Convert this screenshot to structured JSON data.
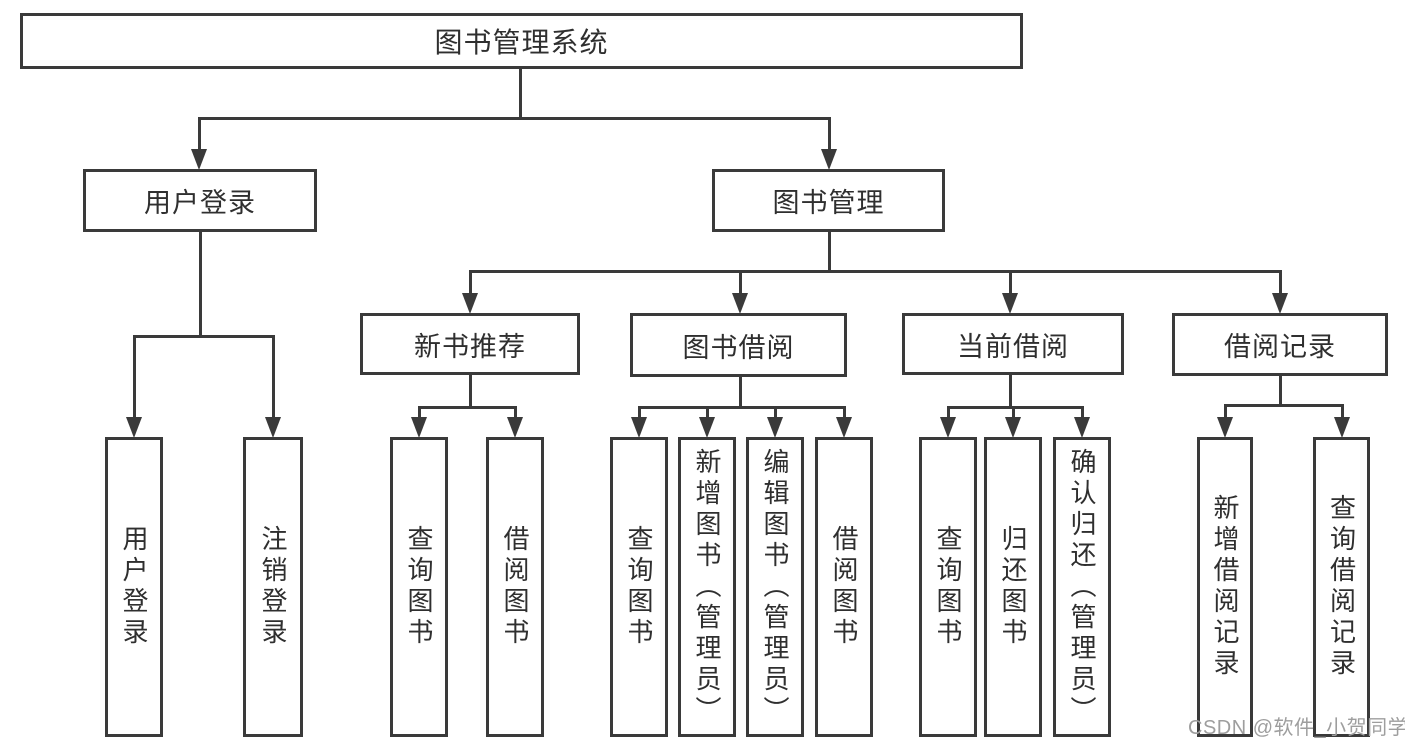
{
  "nodes": {
    "root": {
      "label": "图书管理系统"
    },
    "level2": [
      {
        "label": "用户登录"
      },
      {
        "label": "图书管理"
      }
    ],
    "level3": [
      {
        "label": "新书推荐"
      },
      {
        "label": "图书借阅"
      },
      {
        "label": "当前借阅"
      },
      {
        "label": "借阅记录"
      }
    ],
    "leaves": [
      {
        "label": "用户登录"
      },
      {
        "label": "注销登录"
      },
      {
        "label": "查询图书"
      },
      {
        "label": "借阅图书"
      },
      {
        "label": "查询图书"
      },
      {
        "label": "新增图书（管理员）"
      },
      {
        "label": "编辑图书（管理员）"
      },
      {
        "label": "借阅图书"
      },
      {
        "label": "查询图书"
      },
      {
        "label": "归还图书"
      },
      {
        "label": "确认归还（管理员）"
      },
      {
        "label": "新增借阅记录"
      },
      {
        "label": "查询借阅记录"
      }
    ]
  },
  "edges": [
    {
      "from": "图书管理系统",
      "to": [
        "用户登录",
        "图书管理"
      ]
    },
    {
      "from": "用户登录",
      "to": [
        "用户登录",
        "注销登录"
      ]
    },
    {
      "from": "图书管理",
      "to": [
        "新书推荐",
        "图书借阅",
        "当前借阅",
        "借阅记录"
      ]
    },
    {
      "from": "新书推荐",
      "to": [
        "查询图书",
        "借阅图书"
      ]
    },
    {
      "from": "图书借阅",
      "to": [
        "查询图书",
        "新增图书（管理员）",
        "编辑图书（管理员）",
        "借阅图书"
      ]
    },
    {
      "from": "当前借阅",
      "to": [
        "查询图书",
        "归还图书",
        "确认归还（管理员）"
      ]
    },
    {
      "from": "借阅记录",
      "to": [
        "新增借阅记录",
        "查询借阅记录"
      ]
    }
  ],
  "watermark": {
    "text": "CSDN @软件_小贺同学"
  },
  "colors": {
    "line": "#3a3a3a",
    "text": "#2f2f2f",
    "background": "#ffffff",
    "watermark": "#9e9e9e"
  }
}
